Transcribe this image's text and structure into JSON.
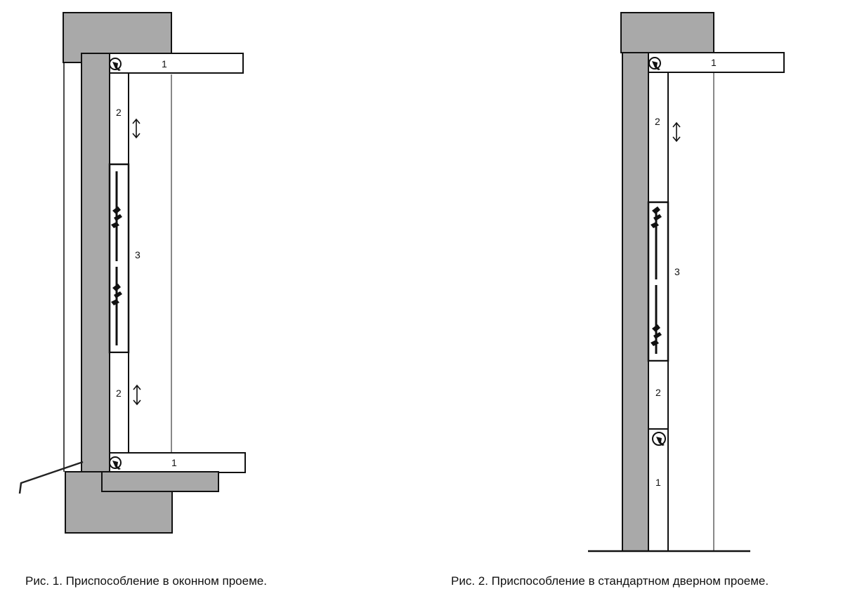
{
  "figures": [
    {
      "caption": "Рис. 1. Приспособление в оконном проеме.",
      "labels": {
        "bar_top": "1",
        "bar_bottom": "1",
        "ext_top": "2",
        "ext_bottom": "2",
        "center": "3"
      }
    },
    {
      "caption": "Рис. 2. Приспособление в стандартном дверном проеме.",
      "labels": {
        "bar_top": "1",
        "ext": "2",
        "center": "3",
        "lower": "2",
        "bottom": "1"
      }
    }
  ],
  "colors": {
    "wall": "#a9a9a9",
    "outline": "#111111",
    "background": "#ffffff"
  }
}
